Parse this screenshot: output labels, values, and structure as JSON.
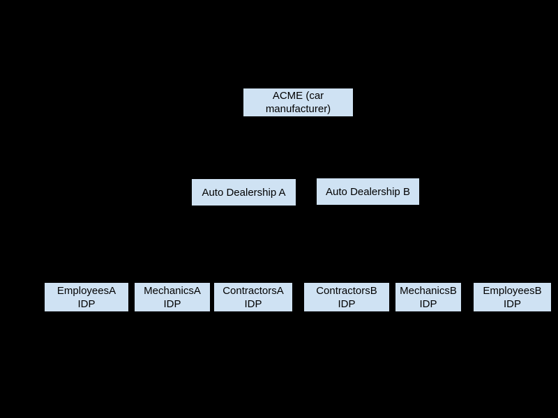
{
  "diagram": {
    "background_color": "#000000",
    "node_fill_color": "#cfe2f3",
    "node_text_color": "#000000",
    "nodes": {
      "acme": {
        "label": "ACME (car\nmanufacturer)"
      },
      "dealership_a": {
        "label": "Auto Dealership A"
      },
      "dealership_b": {
        "label": "Auto Dealership B"
      },
      "employees_a": {
        "label": "EmployeesA\nIDP"
      },
      "mechanics_a": {
        "label": "MechanicsA\nIDP"
      },
      "contractors_a": {
        "label": "ContractorsA\nIDP"
      },
      "contractors_b": {
        "label": "ContractorsB\nIDP"
      },
      "mechanics_b": {
        "label": "MechanicsB\nIDP"
      },
      "employees_b": {
        "label": "EmployeesB\nIDP"
      }
    },
    "rows": [
      {
        "level": 1,
        "node_ids": [
          "acme"
        ]
      },
      {
        "level": 2,
        "node_ids": [
          "dealership_a",
          "dealership_b"
        ]
      },
      {
        "level": 3,
        "node_ids": [
          "employees_a",
          "mechanics_a",
          "contractors_a",
          "contractors_b",
          "mechanics_b",
          "employees_b"
        ]
      }
    ]
  }
}
